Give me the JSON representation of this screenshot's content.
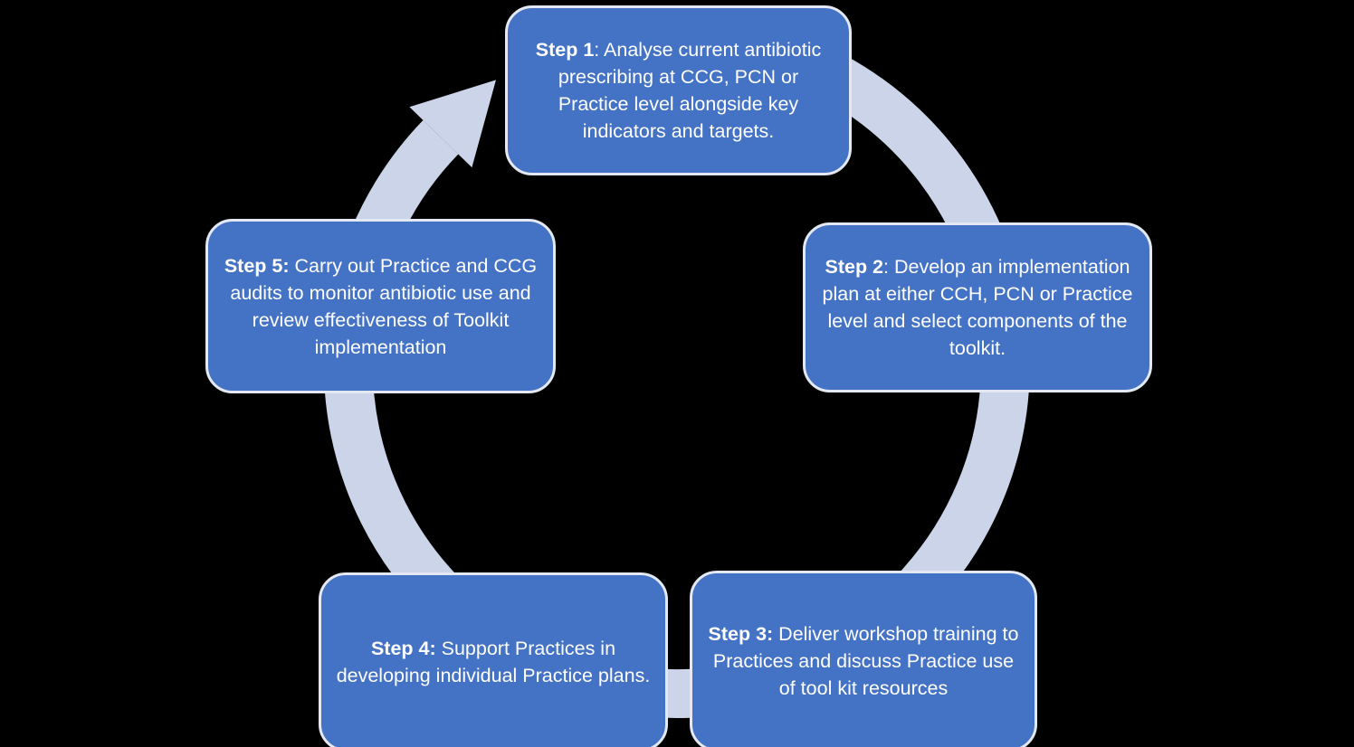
{
  "colors": {
    "background": "#000000",
    "box_fill": "#4472C4",
    "box_border": "#E3E8F3",
    "text": "#FFFFFF",
    "arrow": "#CCD4EA"
  },
  "cycle": {
    "direction": "clockwise",
    "steps": [
      {
        "id": "step-1",
        "bold": "Step 1",
        "rest": ": Analyse current antibiotic prescribing at CCG, PCN or Practice level alongside key indicators and targets."
      },
      {
        "id": "step-2",
        "bold": "Step 2",
        "rest": ": Develop an implementation plan at either CCH, PCN or Practice level and select components of the toolkit."
      },
      {
        "id": "step-3",
        "bold": "Step 3:",
        "rest": " Deliver workshop training to Practices and discuss Practice use of tool kit resources"
      },
      {
        "id": "step-4",
        "bold": "Step 4:",
        "rest": " Support Practices in developing individual Practice plans."
      },
      {
        "id": "step-5",
        "bold": "Step 5:",
        "rest": " Carry out Practice and CCG audits to monitor antibiotic use and review effectiveness of Toolkit implementation"
      }
    ]
  }
}
